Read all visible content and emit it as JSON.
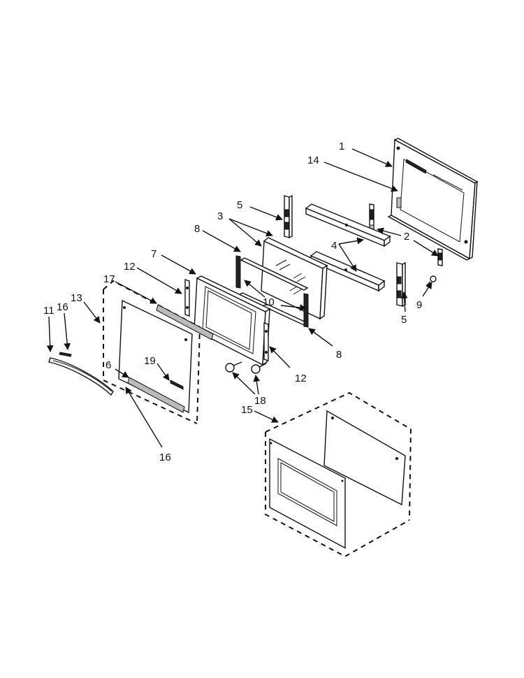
{
  "callouts": {
    "c1": "1",
    "c14": "14",
    "c5a": "5",
    "c3": "3",
    "c8a": "8",
    "c2": "2",
    "c4": "4",
    "c7": "7",
    "c12a": "12",
    "c17": "17",
    "c10": "10",
    "c9": "9",
    "c5b": "5",
    "c13": "13",
    "c16a": "16",
    "c11": "11",
    "c8b": "8",
    "c19": "19",
    "c6": "6",
    "c12b": "12",
    "c18": "18",
    "c15": "15",
    "c16b": "16"
  }
}
